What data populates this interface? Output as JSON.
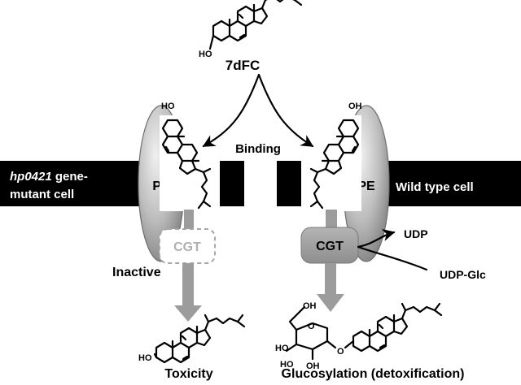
{
  "compound_label": "7dFC",
  "binding_label": "Binding",
  "left_cell": {
    "gene": "hp0421",
    "label_line1_rest": " gene-",
    "label_line2": "mutant cell",
    "lipid": "PE",
    "enzyme": "CGT",
    "status": "Inactive",
    "outcome": "Toxicity"
  },
  "right_cell": {
    "label": "Wild type cell",
    "lipid": "PE",
    "enzyme": "CGT",
    "product": "UDP",
    "substrate": "UDP-Glc",
    "outcome": "Glucosylation (detoxification)"
  },
  "atoms": {
    "ho": "HO",
    "oh": "OH",
    "o": "O"
  },
  "colors": {
    "membrane": "#000000",
    "ellipse_light": "#e2e2e2",
    "ellipse_dark": "#8c8c8c",
    "enzyme_active": "#a0a0a0",
    "enzyme_inactive_border": "#a6a6a6",
    "arrow_gray": "#9c9c9c"
  }
}
